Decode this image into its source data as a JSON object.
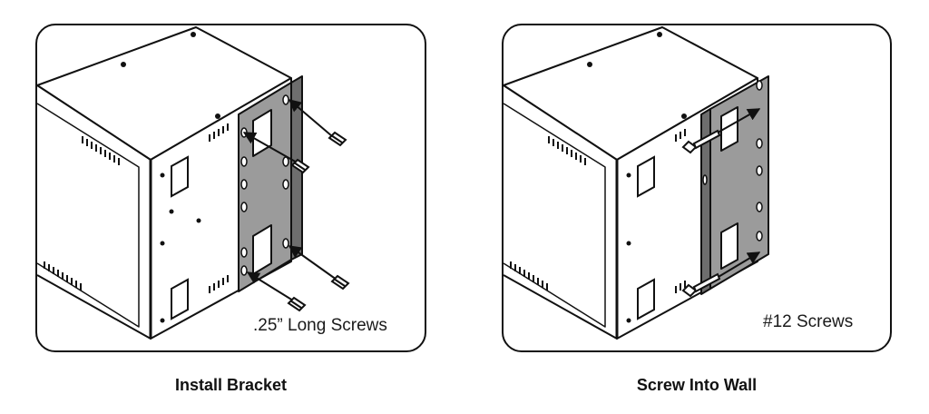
{
  "steps": [
    {
      "title": "Install Bracket",
      "note": ".25” Long Screws"
    },
    {
      "title": "Screw Into Wall",
      "note": "#12 Screws"
    }
  ],
  "colors": {
    "outline": "#111111",
    "bracket_fill": "#9b9b9b",
    "box_fill": "#ffffff"
  },
  "icons": [
    "screw-icon",
    "arrow-icon",
    "wall-bracket",
    "equipment-enclosure"
  ]
}
